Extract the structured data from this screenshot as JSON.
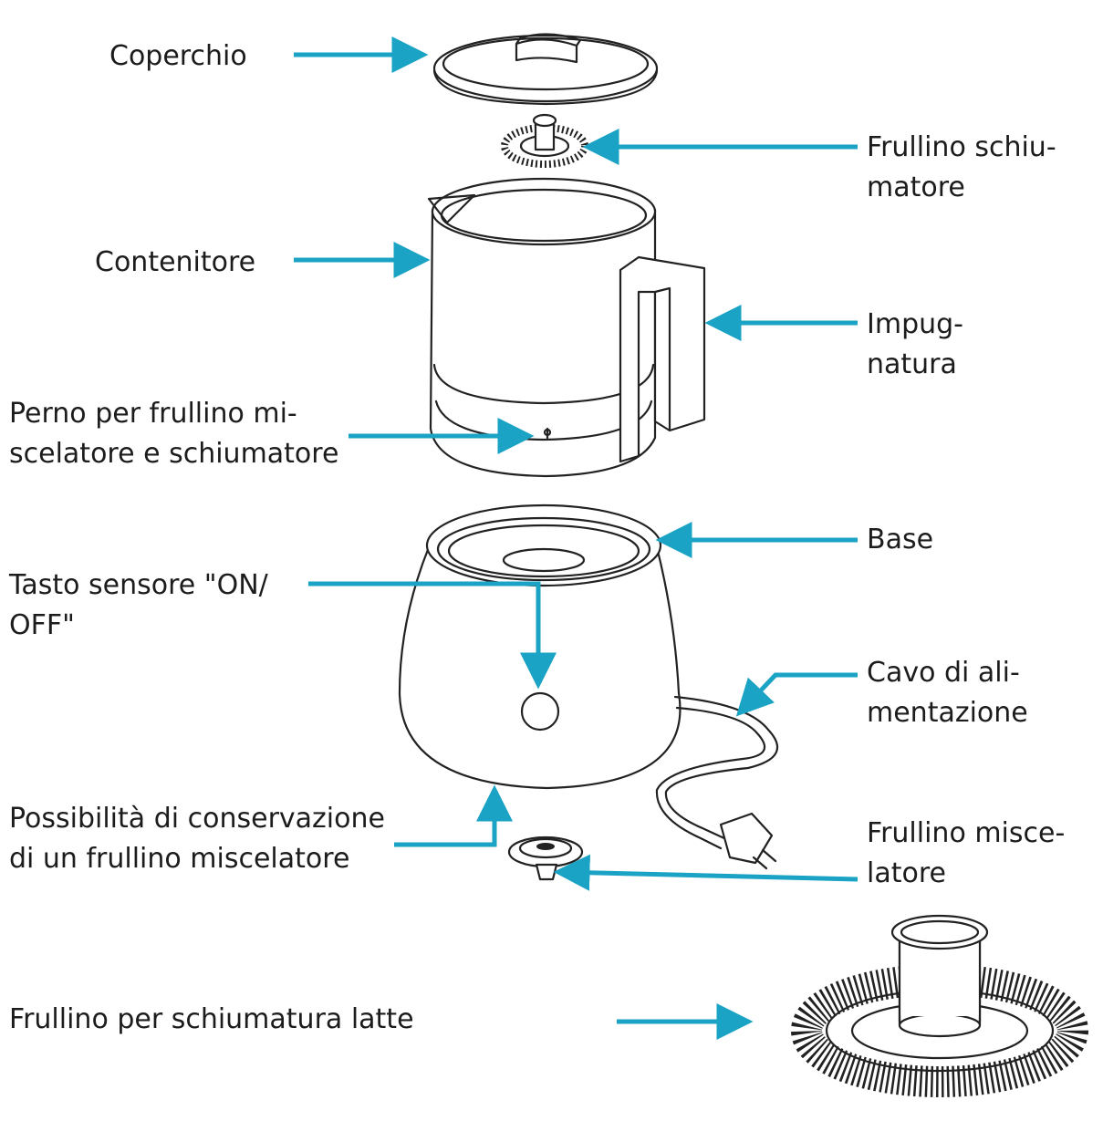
{
  "labels": {
    "coperchio": "Coperchio",
    "frullino_schiumatore": "Frullino schiu-\nmatore",
    "contenitore": "Contenitore",
    "impugnatura": "Impug-\nnatura",
    "perno": "Perno per frullino mi-\nscelatore e schiumatore",
    "base": "Base",
    "tasto": "Tasto sensore \"ON/\nOFF\"",
    "cavo": "Cavo di ali-\nmentazione",
    "conservazione": "Possibilità di conservazione\ndi un frullino miscelatore",
    "frullino_miscelatore": "Frullino misce-\nlatore",
    "frullino_latte": "Frullino per schiumatura latte"
  },
  "colors": {
    "arrow": "#1aa3c4",
    "line": "#222222",
    "background": "#ffffff"
  }
}
